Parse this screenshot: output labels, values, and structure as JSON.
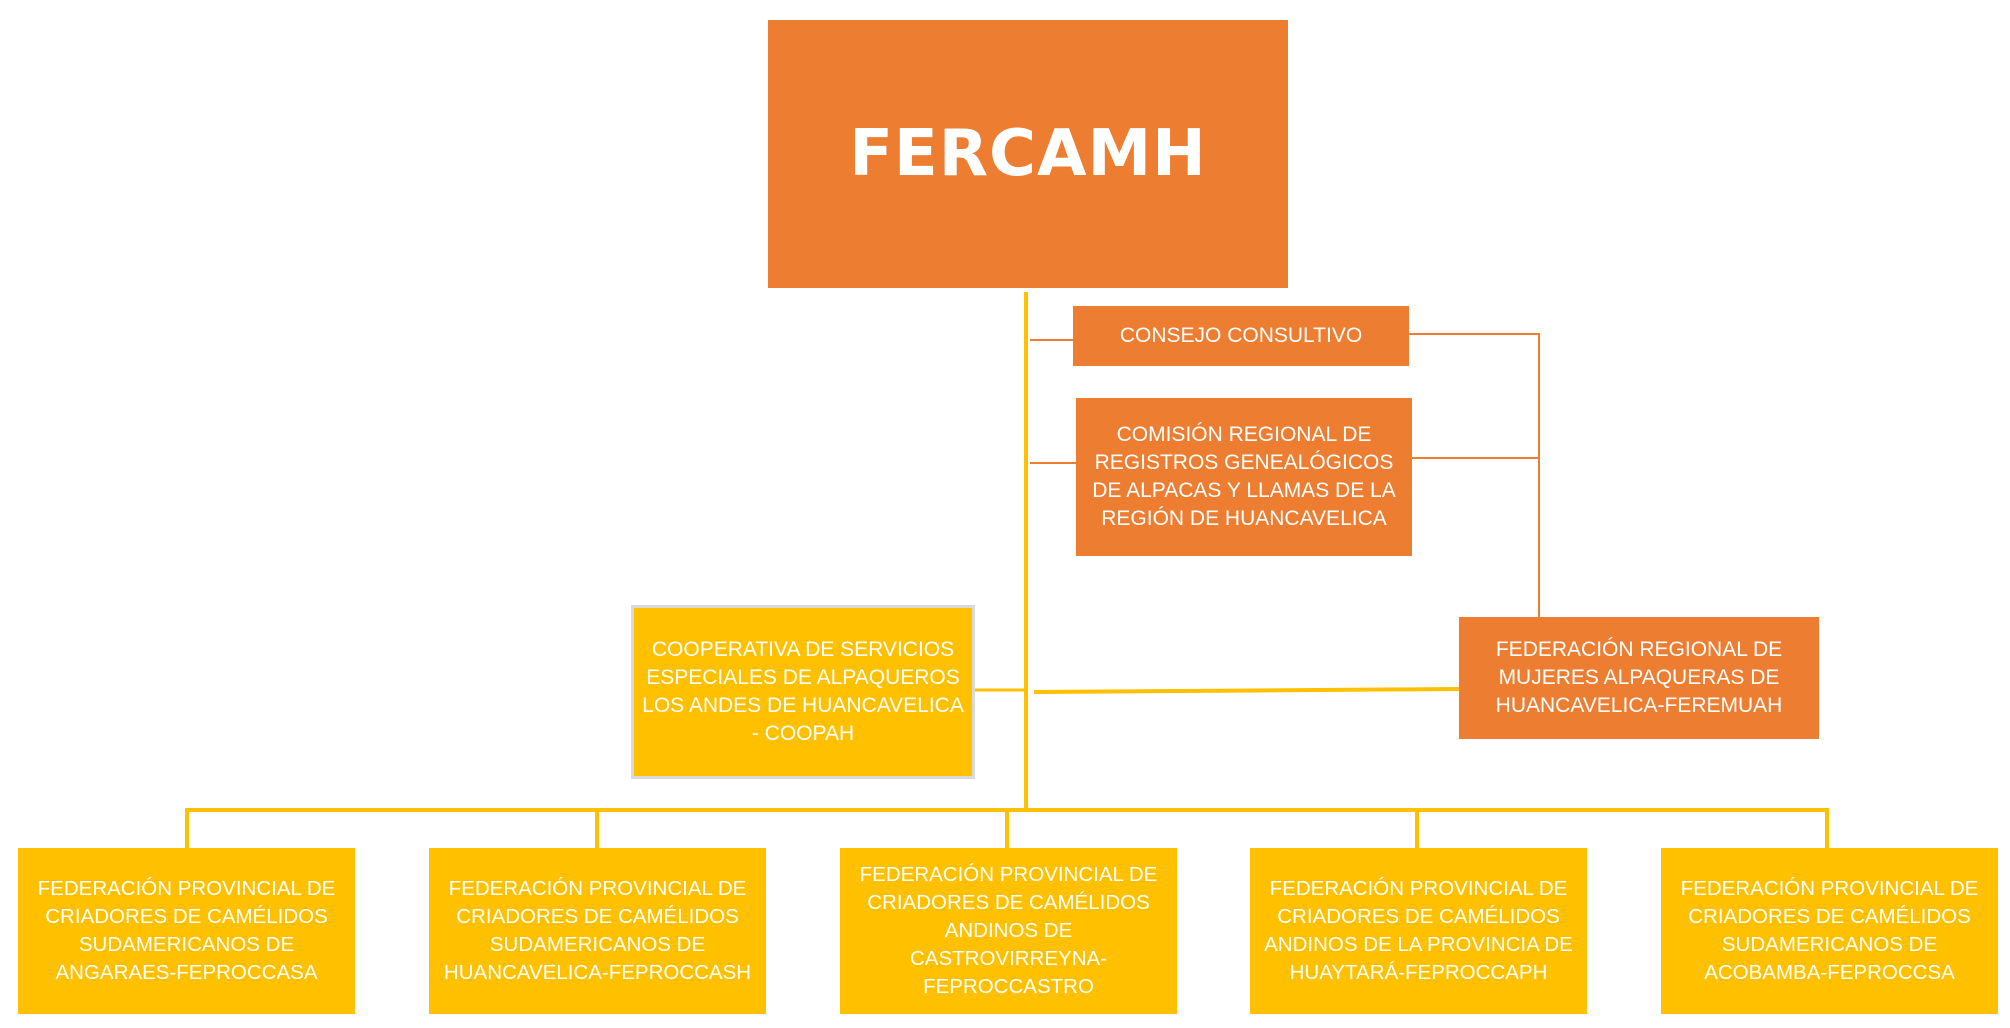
{
  "org_chart": {
    "root": "FERCAMH",
    "consejo": "CONSEJO CONSULTIVO",
    "comision": "COMISIÓN REGIONAL DE REGISTROS GENEALÓGICOS DE ALPACAS Y LLAMAS DE LA REGIÓN DE HUANCAVELICA",
    "cooperativa": "COOPERATIVA DE SERVICIOS ESPECIALES DE ALPAQUEROS LOS ANDES DE HUANCAVELICA - COOPAH",
    "federacion_mujeres": "FEDERACIÓN REGIONAL DE MUJERES ALPAQUERAS DE HUANCAVELICA-FEREMUAH",
    "provinciales": [
      "FEDERACIÓN PROVINCIAL DE CRIADORES DE CAMÉLIDOS SUDAMERICANOS DE ANGARAES-FEPROCCASA",
      "FEDERACIÓN PROVINCIAL DE CRIADORES DE CAMÉLIDOS SUDAMERICANOS DE HUANCAVELICA-FEPROCCASH",
      "FEDERACIÓN PROVINCIAL DE CRIADORES DE CAMÉLIDOS ANDINOS DE CASTROVIRREYNA-FEPROCCASTRO",
      "FEDERACIÓN PROVINCIAL DE CRIADORES DE CAMÉLIDOS ANDINOS DE LA PROVINCIA DE HUAYTARÁ-FEPROCCAPH",
      "FEDERACIÓN PROVINCIAL DE CRIADORES DE CAMÉLIDOS SUDAMERICANOS DE ACOBAMBA-FEPROCCSA"
    ]
  },
  "colors": {
    "orange": "#ED7D31",
    "yellow": "#FFC000",
    "text": "#FFFFFF"
  }
}
